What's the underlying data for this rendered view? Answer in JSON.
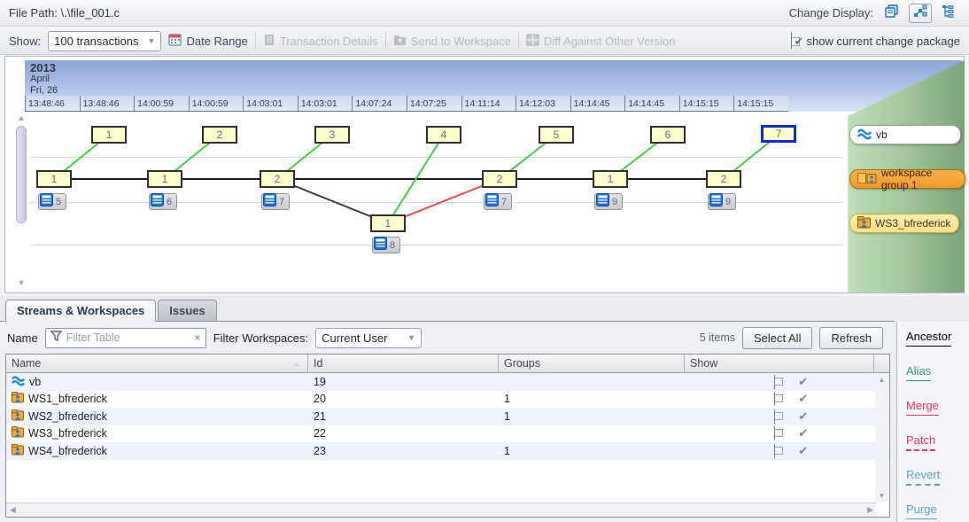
{
  "title_bar": {
    "file_path": "File Path: \\.\\file_001.c",
    "change_display_label": "Change Display:"
  },
  "toolbar": {
    "show_label": "Show:",
    "transactions_dropdown": "100 transactions",
    "date_range": "Date Range",
    "transaction_details": "Transaction Details",
    "send_to_workspace": "Send to Workspace",
    "diff_against": "Diff Against Other Version",
    "show_change_package": "show current change package"
  },
  "timeline": {
    "year": "2013",
    "month": "April",
    "day": "Fri, 26",
    "ticks": [
      "13:48:46",
      "13:48:46",
      "14:00:59",
      "14:00:59",
      "14:03:01",
      "14:03:01",
      "14:07:24",
      "14:07:25",
      "14:11:14",
      "14:12:03",
      "14:14:45",
      "14:14:45",
      "14:15:15",
      "14:15:15"
    ]
  },
  "graph": {
    "stream_labels": [
      {
        "name": "vb",
        "type": "stream"
      },
      {
        "name": "workspace group 1",
        "type": "workspace-group"
      },
      {
        "name": "WS3_bfrederick",
        "type": "workspace"
      }
    ],
    "top_versions": [
      "1",
      "2",
      "3",
      "4",
      "5",
      "6",
      "7"
    ],
    "selected_version": "7",
    "mid_versions": [
      {
        "v": "1",
        "txn": "5"
      },
      {
        "v": "1",
        "txn": "6"
      },
      {
        "v": "2",
        "txn": "7"
      },
      {
        "v": "2",
        "txn": "7"
      },
      {
        "v": "1",
        "txn": "9"
      },
      {
        "v": "2",
        "txn": "9"
      }
    ],
    "low_version": {
      "v": "1",
      "txn": "8"
    },
    "edge_colors": {
      "alias_green": "#3fcf3f",
      "ancestor_black": "#1c1c1c",
      "merge_red": "#f04545"
    }
  },
  "tabs": {
    "streams_workspaces": "Streams & Workspaces",
    "issues": "Issues"
  },
  "filter": {
    "name_label": "Name",
    "filter_placeholder": "Filter Table",
    "workspaces_label": "Filter Workspaces:",
    "workspaces_value": "Current User",
    "items_count": "5 items",
    "select_all": "Select All",
    "refresh": "Refresh"
  },
  "table": {
    "columns": {
      "name": "Name",
      "id": "Id",
      "groups": "Groups",
      "show": "Show"
    },
    "rows": [
      {
        "name": "vb",
        "icon": "stream",
        "id": "19",
        "groups": "",
        "show": true
      },
      {
        "name": "WS1_bfrederick",
        "icon": "workspace",
        "id": "20",
        "groups": "1",
        "show": true
      },
      {
        "name": "WS2_bfrederick",
        "icon": "workspace",
        "id": "21",
        "groups": "1",
        "show": true
      },
      {
        "name": "WS3_bfrederick",
        "icon": "workspace",
        "id": "22",
        "groups": "",
        "show": true
      },
      {
        "name": "WS4_bfrederick",
        "icon": "workspace",
        "id": "23",
        "groups": "1",
        "show": true
      }
    ]
  },
  "legend": {
    "items": [
      {
        "label": "Ancestor",
        "color": "#000000",
        "line": "solid"
      },
      {
        "label": "Alias",
        "color": "#2e9e68",
        "line": "solid"
      },
      {
        "label": "Merge",
        "color": "#f03060",
        "line": "solid"
      },
      {
        "label": "Patch",
        "color": "#f03060",
        "line": "dashed"
      },
      {
        "label": "Revert",
        "color": "#5b9bd5",
        "line": "dashed"
      },
      {
        "label": "Purge",
        "color": "#5b9bd5",
        "line": "solid"
      }
    ]
  }
}
